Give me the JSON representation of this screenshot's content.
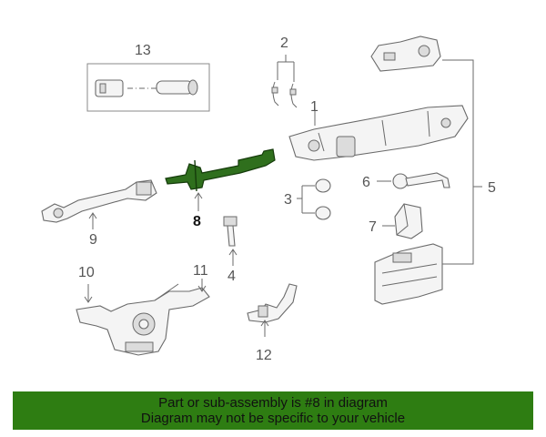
{
  "callouts": {
    "c1": "1",
    "c2": "2",
    "c3": "3",
    "c4": "4",
    "c5": "5",
    "c6": "6",
    "c7": "7",
    "c8": "8",
    "c9": "9",
    "c10": "10",
    "c11": "11",
    "c12": "12",
    "c13": "13"
  },
  "highlight": {
    "part_number": "8",
    "color": "#2e7d12"
  },
  "banner": {
    "line1": "Part or sub-assembly is #8 in diagram",
    "line2": "Diagram may not be specific to your vehicle"
  }
}
